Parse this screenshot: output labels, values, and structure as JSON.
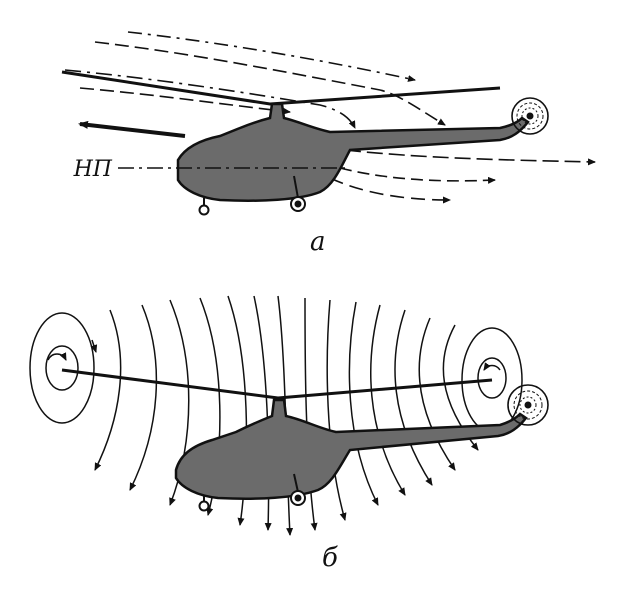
{
  "figure_a": {
    "label": "а",
    "line_label": "НП"
  },
  "figure_b": {
    "label": "б"
  },
  "colors": {
    "ink": "#111111",
    "fuselage": "#6b6b6b",
    "background": "#ffffff"
  }
}
